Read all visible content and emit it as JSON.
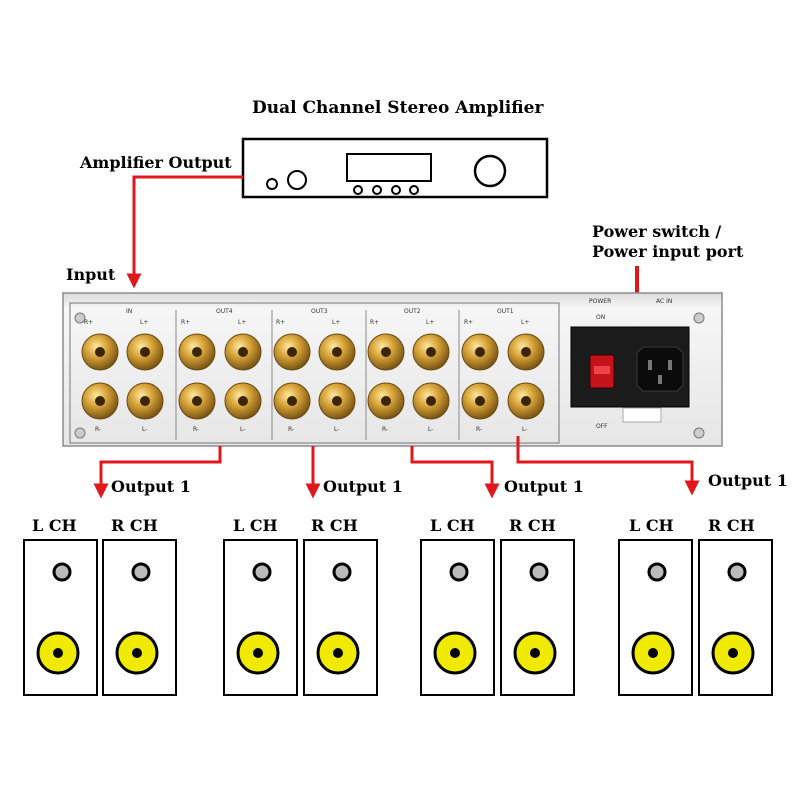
{
  "title": "Dual Channel Stereo Amplifier",
  "amplifier_output_label": "Amplifier Output",
  "input_label": "Input",
  "power_label": {
    "line1": "Power switch /",
    "line2": "Power input port"
  },
  "panel": {
    "in_label": "IN",
    "group_labels": [
      "OUT4",
      "OUT3",
      "OUT2",
      "OUT1"
    ],
    "terminal_top": [
      "R+",
      "L+"
    ],
    "terminal_bottom": [
      "R-",
      "L-"
    ],
    "power_text": "POWER",
    "on_text": "ON",
    "off_text": "OFF",
    "ac_in_text": "AC IN"
  },
  "outputs": [
    {
      "label": "Output 1"
    },
    {
      "label": "Output 1"
    },
    {
      "label": "Output 1"
    },
    {
      "label": "Output 1"
    }
  ],
  "speaker_pairs": [
    {
      "left": "L CH",
      "right": "R CH"
    },
    {
      "left": "L CH",
      "right": "R CH"
    },
    {
      "left": "L CH",
      "right": "R CH"
    },
    {
      "left": "L CH",
      "right": "R CH"
    }
  ],
  "colors": {
    "arrow": "#e0181b",
    "terminal_gold": "#c9952b",
    "panel": "#f0f0f0",
    "woofer": "#f0ea00"
  }
}
